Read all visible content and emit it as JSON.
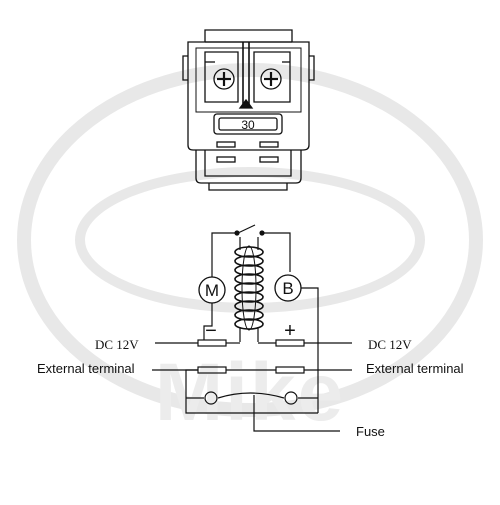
{
  "watermark": {
    "text": "Mike",
    "color": "#e6e6e6"
  },
  "connector": {
    "fuse_value": "30"
  },
  "schematic": {
    "motor_label": "M",
    "battery_label": "B",
    "minus_sign": "−",
    "plus_sign": "+",
    "dc_left": "DC 12V",
    "dc_right": "DC 12V",
    "ext_left": "External terminal",
    "ext_right": "External terminal",
    "fuse_label": "Fuse"
  },
  "colors": {
    "line": "#111111",
    "background": "#ffffff"
  }
}
